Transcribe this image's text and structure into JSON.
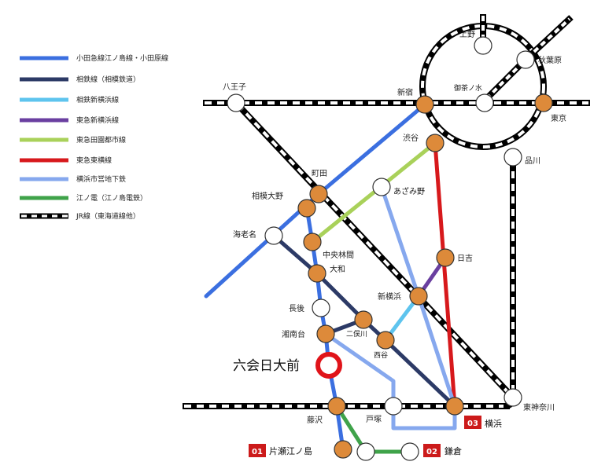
{
  "legend": {
    "items": [
      {
        "label": "小田急線江ノ島線・小田原線",
        "color": "#3b6fe0",
        "style": "solid"
      },
      {
        "label": "相鉄線（相模鉄道）",
        "color": "#2c3a66",
        "style": "solid"
      },
      {
        "label": "相鉄新横浜線",
        "color": "#5ec4ee",
        "style": "solid"
      },
      {
        "label": "東急新横浜線",
        "color": "#6a3fa0",
        "style": "solid"
      },
      {
        "label": "東急田園都市線",
        "color": "#a9d15a",
        "style": "solid"
      },
      {
        "label": "東急東横線",
        "color": "#d7191c",
        "style": "solid"
      },
      {
        "label": "横浜市営地下鉄",
        "color": "#86a8ee",
        "style": "solid"
      },
      {
        "label": "江ノ電（江ノ島電鉄）",
        "color": "#3fa34a",
        "style": "solid"
      },
      {
        "label": "JR線（東海道線他）",
        "color": "#000000",
        "style": "jr"
      }
    ]
  },
  "stations": {
    "ueno": "上野",
    "akihabara": "秋葉原",
    "ochanomizu": "御茶ノ水",
    "shinjuku": "新宿",
    "tokyo": "東京",
    "hachioji": "八王子",
    "shibuya": "渋谷",
    "shinagawa": "品川",
    "machida": "町田",
    "sagamiono": "相模大野",
    "azamino": "あざみ野",
    "ebina": "海老名",
    "chuorinkan": "中央林間",
    "hiyoshi": "日吉",
    "yamato": "大和",
    "shinyokohama": "新横浜",
    "chogo": "長後",
    "futamatagawa": "二俣川",
    "shonandai": "湘南台",
    "nishiya": "西谷",
    "higashikanagawa": "東神奈川",
    "fujisawa": "藤沢",
    "totsuka": "戸塚",
    "katasenoshima": "片瀬江ノ島",
    "kamakura": "鎌倉",
    "yokohama": "横浜"
  },
  "destination": {
    "label": "六会日大前",
    "marker_color": "#e0141a"
  },
  "terminals": [
    {
      "number": "01",
      "station": "片瀬江ノ島"
    },
    {
      "number": "02",
      "station": "鎌倉"
    },
    {
      "number": "03",
      "station": "横浜"
    }
  ],
  "colors": {
    "station_major": "#dd8a3a",
    "station_minor": "#ffffff",
    "terminal_box": "#cc1a1a"
  }
}
